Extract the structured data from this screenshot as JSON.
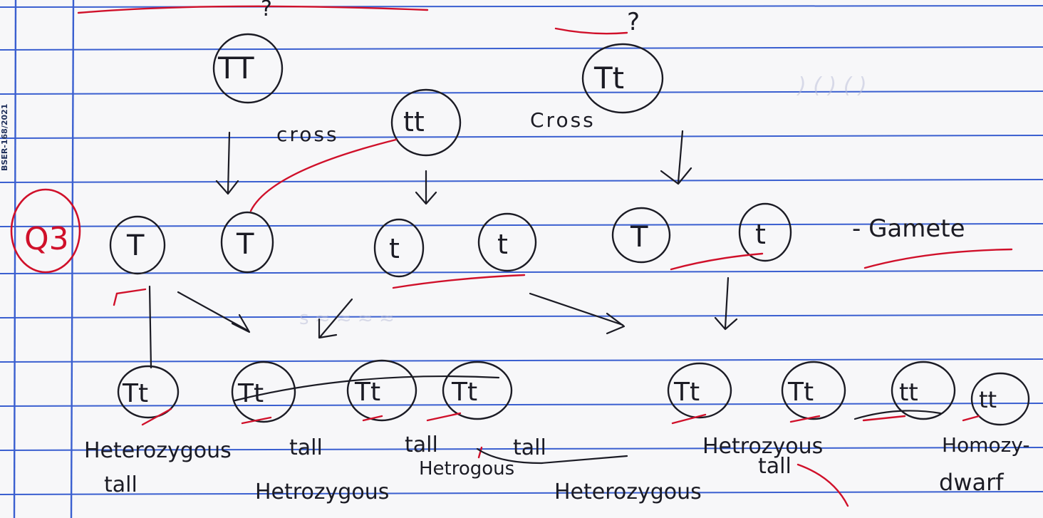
{
  "header": {
    "question_mark_left": "?",
    "question_mark_right": "?"
  },
  "side_stamp": "BSER-168/2021",
  "question_number": "Q3",
  "parents": {
    "left": "TT",
    "middle": "tt",
    "right": "Tt",
    "cross_left": "cross",
    "cross_right": "Cross"
  },
  "gametes": {
    "label": "- Gamete",
    "items": [
      "T",
      "T",
      "t",
      "t",
      "T",
      "t"
    ]
  },
  "offspring": [
    {
      "genotype": "Tt",
      "label": "Heterozygous"
    },
    {
      "genotype": "Tt",
      "label": "tall"
    },
    {
      "genotype": "Tt",
      "label": "tall"
    },
    {
      "genotype": "Tt",
      "label": "tall"
    },
    {
      "genotype": "Tt",
      "label": "Hetrozyous"
    },
    {
      "genotype": "Tt",
      "label": ""
    },
    {
      "genotype": "tt",
      "label": "Homozy-"
    },
    {
      "genotype": "tt",
      "label": ""
    }
  ],
  "second_line_labels": {
    "a": "tall",
    "b": "Hetrozygous",
    "c": "Hetrogous",
    "d": "Heterozygous",
    "e": "tall",
    "f": "dwarf"
  },
  "colors": {
    "ink": "#1b1b24",
    "rule": "#3a5fd0",
    "red": "#d0102a",
    "paper": "#f7f7f9"
  }
}
